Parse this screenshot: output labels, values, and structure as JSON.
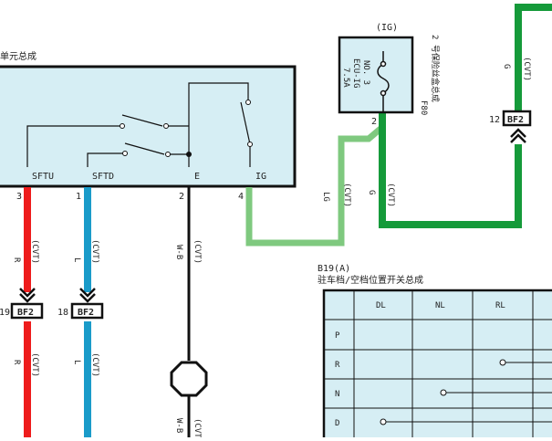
{
  "colors": {
    "red": "#ee1c1c",
    "blue": "#1a9bc9",
    "black": "#111111",
    "light_green": "#7fc97f",
    "dark_green": "#159a3a",
    "box_fill": "#d6eef4"
  },
  "icons": [
    "fuse-icon",
    "ground-point-icon",
    "connector-arrow-icon"
  ],
  "main_unit": {
    "title_fragment": "单元总成",
    "terminals": [
      {
        "name": "SFTU",
        "pin": "3",
        "wire": "R",
        "spec": "(CVT)",
        "connector": "BF2",
        "connector_pin": "19"
      },
      {
        "name": "SFTD",
        "pin": "1",
        "wire": "L",
        "spec": "(CVT)",
        "connector": "BF2",
        "connector_pin": "18"
      },
      {
        "name": "E",
        "pin": "2",
        "wire": "W-B",
        "spec": "(CVT)"
      },
      {
        "name": "IG",
        "pin": "4",
        "wire": "LG",
        "spec": "(CVT)"
      }
    ]
  },
  "fuse_box": {
    "header": "(IG)",
    "line1": "7.5A",
    "line2": "ECU-IG",
    "line3": "NO. 3",
    "id": "F80",
    "desc": "2 号保险丝盒总成",
    "pin": "2",
    "wire_out": "G",
    "spec_out": "(CVT)"
  },
  "right_connector": {
    "pin": "12",
    "name": "BF2",
    "wire": "G",
    "spec": "(CVT)"
  },
  "wire_labels": {
    "lower_red": "R",
    "lower_blue": "L",
    "lower_black": "W-B",
    "spec": "(CVT)"
  },
  "switch_table": {
    "id": "B19(A)",
    "title": "驻车档/空档位置开关总成",
    "columns": [
      "DL",
      "NL",
      "RL"
    ],
    "rows": [
      "P",
      "R",
      "N",
      "D"
    ]
  }
}
